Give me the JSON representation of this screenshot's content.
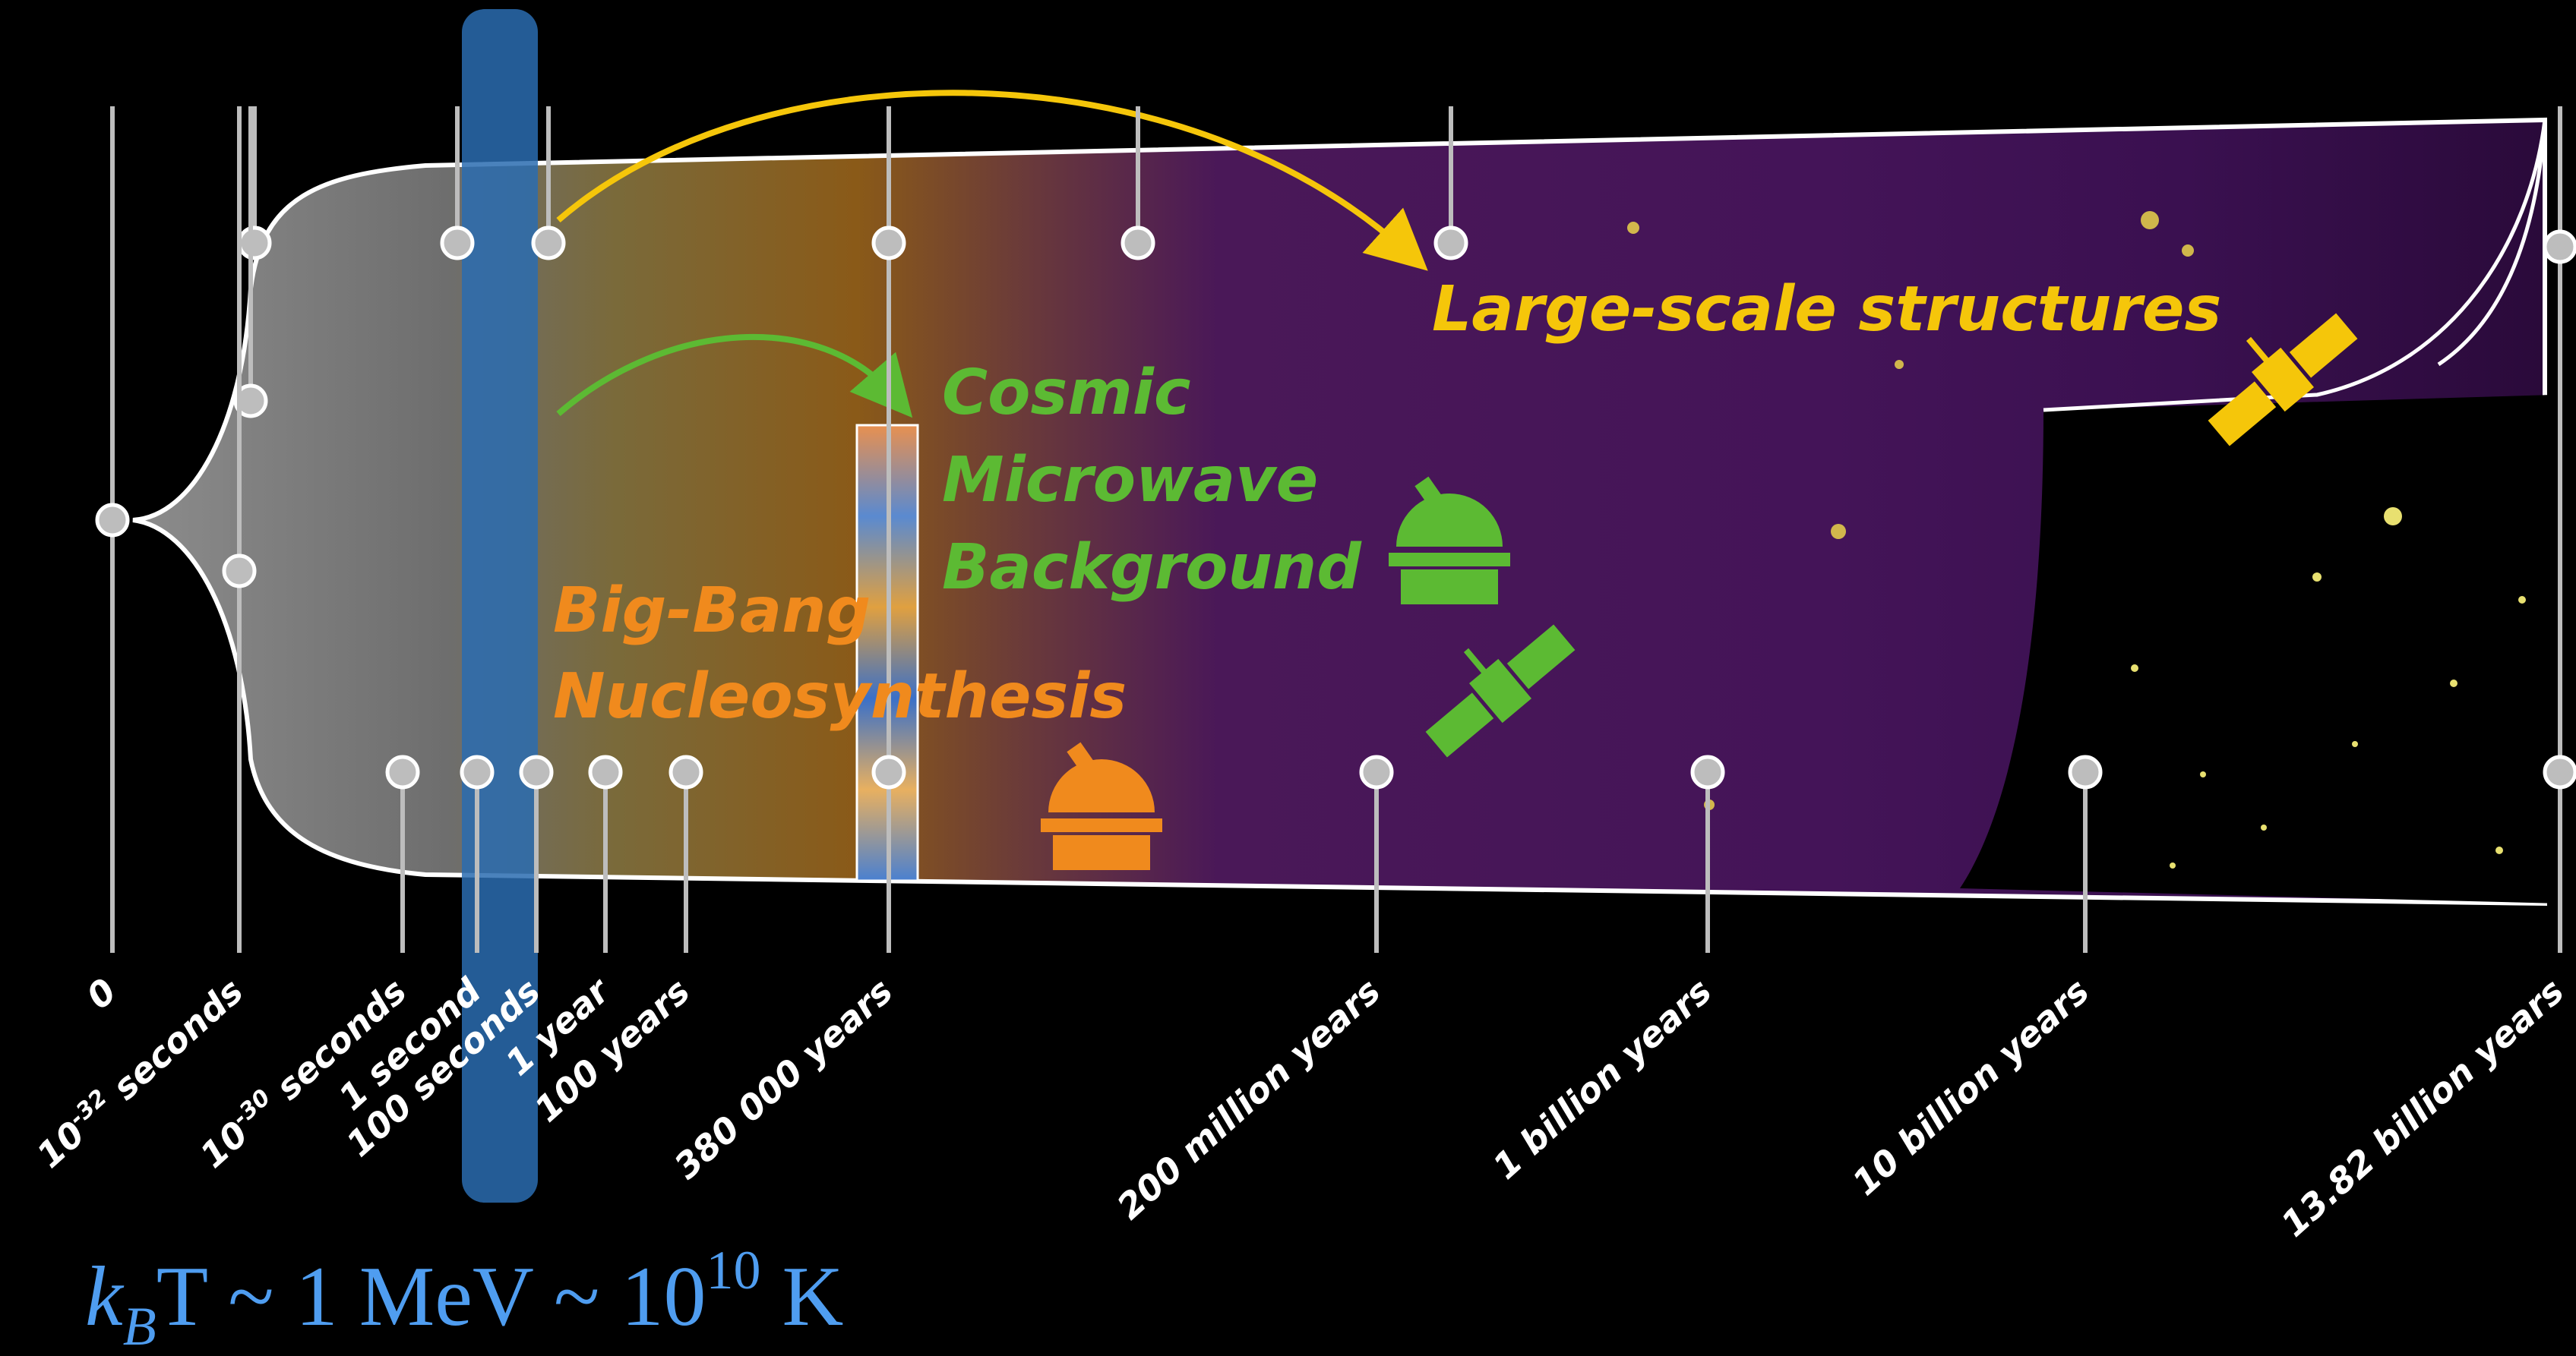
{
  "colors": {
    "background": "#000000",
    "bbn": "#f08a1d",
    "cmb": "#5cba33",
    "lss": "#f5c60a",
    "band": "#2a6cb0",
    "formula": "#4f9df0",
    "pin": "#bdbdbd"
  },
  "timeline": {
    "ticks": [
      {
        "label": "0"
      },
      {
        "label": "10",
        "sup": "-32",
        "tail": " seconds"
      },
      {
        "label": "10",
        "sup": "-30",
        "tail": " seconds"
      },
      {
        "label": "1 second"
      },
      {
        "label": "100 seconds"
      },
      {
        "label": "1 year"
      },
      {
        "label": "100 years"
      },
      {
        "label": "380 000 years"
      },
      {
        "label": "200 million years"
      },
      {
        "label": "1 billion years"
      },
      {
        "label": "10 billion years"
      },
      {
        "label": "13.82 billion years"
      }
    ]
  },
  "eras": {
    "bbn": [
      "Big-Bang",
      "Nucleosynthesis"
    ],
    "cmb": [
      "Cosmic",
      "Microwave",
      "Background"
    ],
    "lss": [
      "Large-scale structures"
    ]
  },
  "icons": [
    "telescope-dome-icon",
    "satellite-icon"
  ],
  "formula": {
    "k": "k",
    "sub": "B",
    "rest": "T ~ 1 MeV ~ 10",
    "exp": "10",
    "unit": " K"
  }
}
